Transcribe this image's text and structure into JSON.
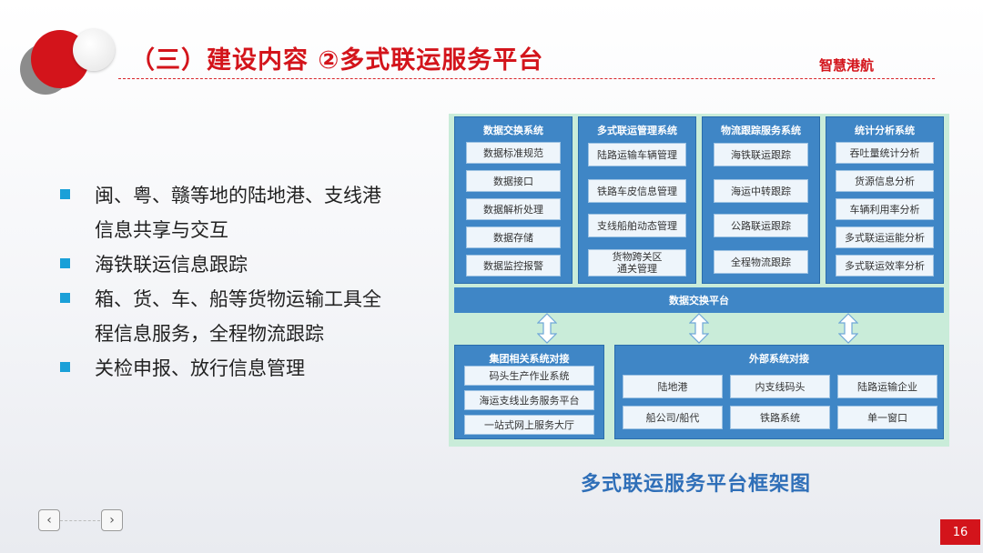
{
  "header": {
    "title": "（三）建设内容 ②多式联运服务平台",
    "brand": "智慧港航"
  },
  "bullets": [
    {
      "lines": [
        "闽、粤、赣等地的陆地港、支线港",
        "信息共享与交互"
      ]
    },
    {
      "lines": [
        "海铁联运信息跟踪"
      ]
    },
    {
      "lines": [
        "箱、货、车、船等货物运输工具全",
        "程信息服务，全程物流跟踪"
      ]
    },
    {
      "lines": [
        "关检申报、放行信息管理"
      ]
    }
  ],
  "diagram": {
    "columns": [
      {
        "title": "数据交换系统",
        "items": [
          "数据标准规范",
          "数据接口",
          "数据解析处理",
          "数据存储",
          "数据监控报警"
        ]
      },
      {
        "title": "多式联运管理系统",
        "items": [
          "陆路运输车辆管理",
          "铁路车皮信息管理",
          "支线船舶动态管理",
          "货物跨关区\n通关管理"
        ]
      },
      {
        "title": "物流跟踪服务系统",
        "items": [
          "海铁联运跟踪",
          "海运中转跟踪",
          "公路联运跟踪",
          "全程物流跟踪"
        ]
      },
      {
        "title": "统计分析系统",
        "items": [
          "吞吐量统计分析",
          "货源信息分析",
          "车辆利用率分析",
          "多式联运运能分析",
          "多式联运效率分析"
        ]
      }
    ],
    "exchange_platform": "数据交换平台",
    "group_system": {
      "title": "集团相关系统对接",
      "items": [
        "码头生产作业系统",
        "海运支线业务服务平台",
        "一站式网上服务大厅"
      ]
    },
    "external_system": {
      "title": "外部系统对接",
      "items": [
        "陆地港",
        "内支线码头",
        "陆路运输企业",
        "船公司/船代",
        "铁路系统",
        "单一窗口"
      ]
    },
    "caption": "多式联运服务平台框架图"
  },
  "footer": {
    "prev_icon": "chevron-left-icon",
    "next_icon": "chevron-right-icon",
    "page_number": "16"
  },
  "colors": {
    "accent_red": "#d3141b",
    "diagram_blue": "#3f86c6",
    "diagram_green": "#c9ecd9",
    "bullet_blue": "#1aa0d8"
  }
}
